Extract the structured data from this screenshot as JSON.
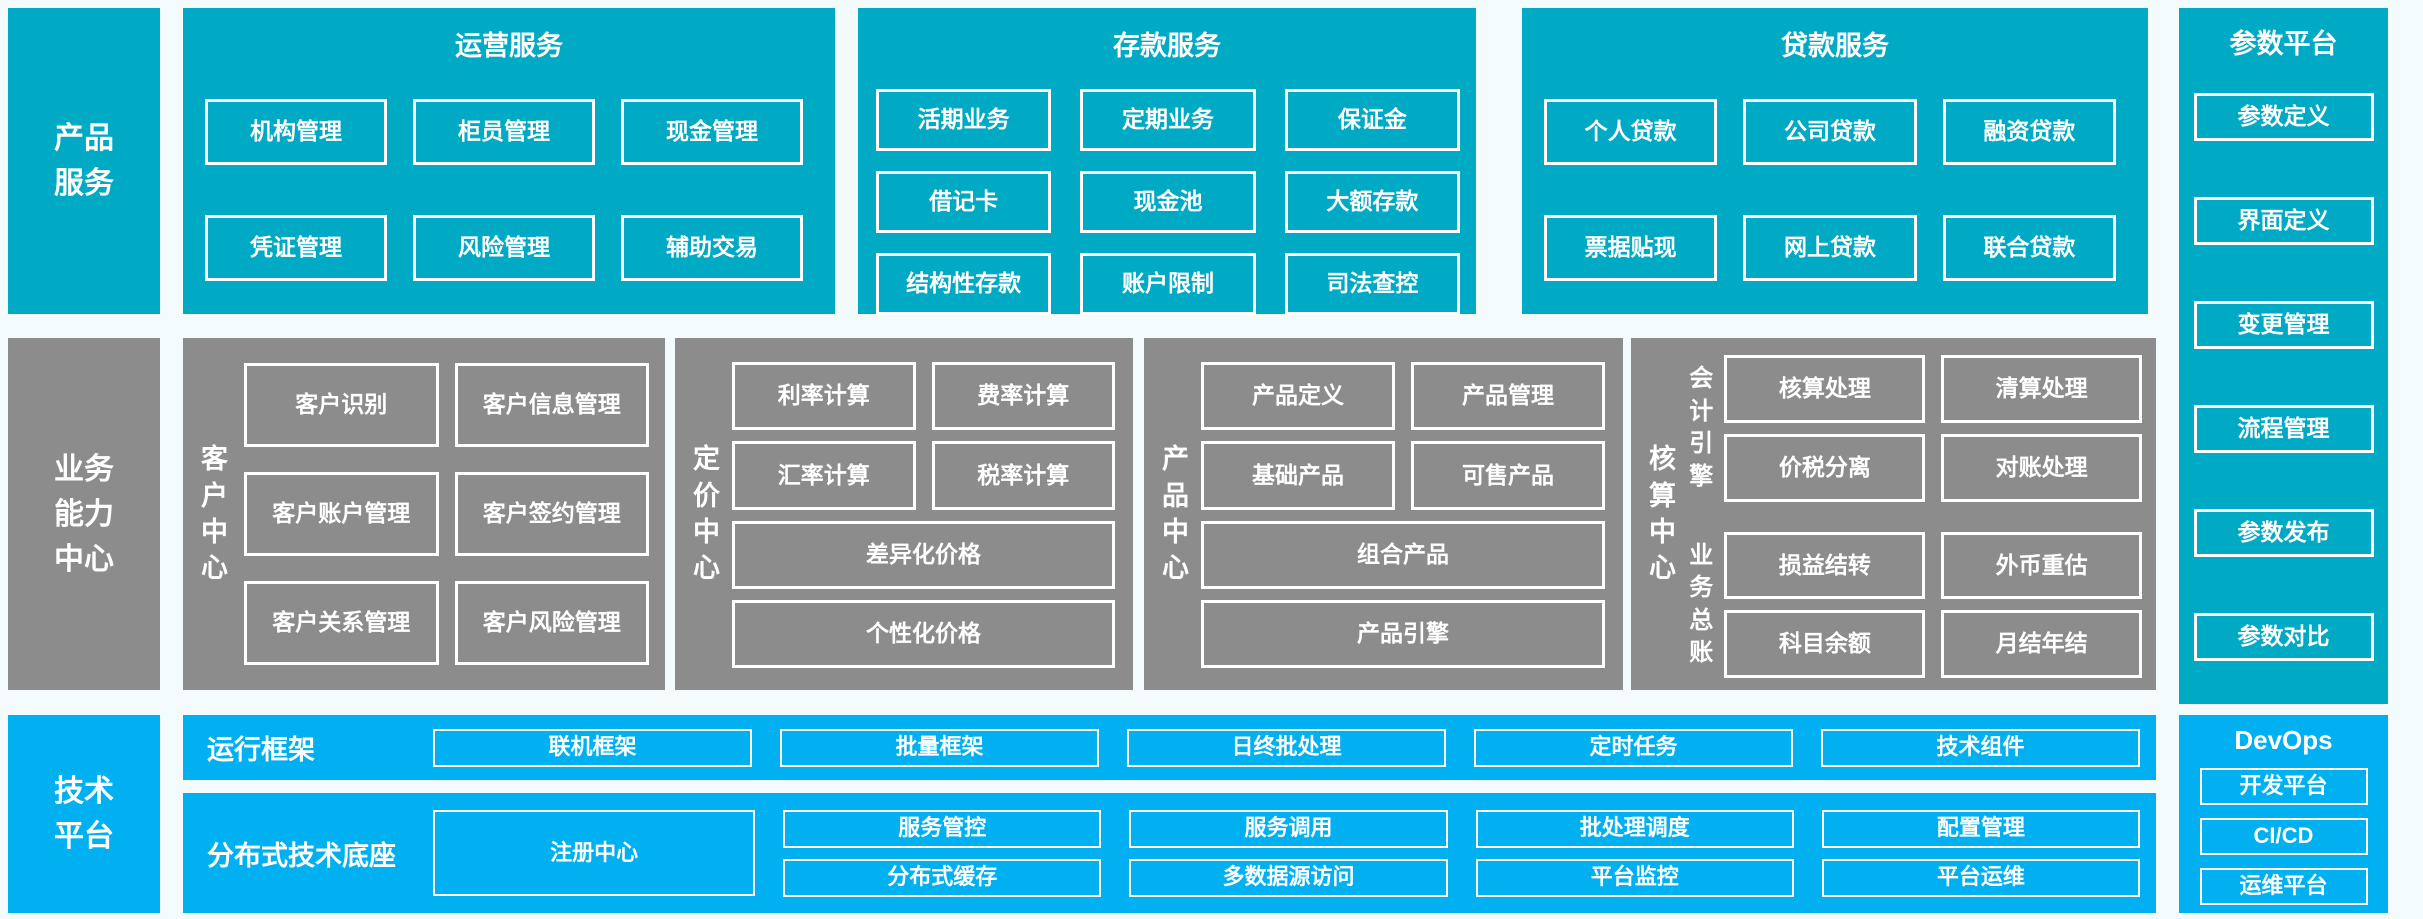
{
  "palette": {
    "teal": "#00A9C4",
    "blue": "#00B0F0",
    "gray": "#8C8C8C",
    "text": "#FFFFFF",
    "page_bg": "#F3FBFD"
  },
  "left_rail": {
    "product_services": "产品服务",
    "business_capability": "业务能力中心",
    "tech_platform": "技术平台"
  },
  "top": {
    "operations": {
      "title": "运营服务",
      "items": [
        "机构管理",
        "柜员管理",
        "现金管理",
        "凭证管理",
        "风险管理",
        "辅助交易"
      ]
    },
    "deposits": {
      "title": "存款服务",
      "items": [
        "活期业务",
        "定期业务",
        "保证金",
        "借记卡",
        "现金池",
        "大额存款",
        "结构性存款",
        "账户限制",
        "司法查控"
      ]
    },
    "loans": {
      "title": "贷款服务",
      "items": [
        "个人贷款",
        "公司贷款",
        "融资贷款",
        "票据贴现",
        "网上贷款",
        "联合贷款"
      ]
    }
  },
  "param_platform": {
    "title": "参数平台",
    "items": [
      "参数定义",
      "界面定义",
      "变更管理",
      "流程管理",
      "参数发布",
      "参数对比"
    ]
  },
  "middle": {
    "customer_center": {
      "label": "客户中心",
      "items": [
        "客户识别",
        "客户信息管理",
        "客户账户管理",
        "客户签约管理",
        "客户关系管理",
        "客户风险管理"
      ]
    },
    "pricing_center": {
      "label": "定价中心",
      "items": [
        "利率计算",
        "费率计算",
        "汇率计算",
        "税率计算"
      ],
      "wide_items": [
        "差异化价格",
        "个性化价格"
      ]
    },
    "product_center": {
      "label": "产品中心",
      "items": [
        "产品定义",
        "产品管理",
        "基础产品",
        "可售产品"
      ],
      "wide_items": [
        "组合产品",
        "产品引擎"
      ]
    },
    "accounting_center": {
      "label": "核算中心",
      "groups": [
        {
          "label": "会计引擎",
          "items": [
            "核算处理",
            "清算处理",
            "价税分离",
            "对账处理"
          ]
        },
        {
          "label": "业务总账",
          "items": [
            "损益结转",
            "外币重估",
            "科目余额",
            "月结年结"
          ]
        }
      ]
    }
  },
  "bottom": {
    "runtime": {
      "label": "运行框架",
      "items": [
        "联机框架",
        "批量框架",
        "日终批处理",
        "定时任务",
        "技术组件"
      ]
    },
    "distributed": {
      "label": "分布式技术底座",
      "reg_center": "注册中心",
      "columns": [
        [
          "服务管控",
          "分布式缓存"
        ],
        [
          "服务调用",
          "多数据源访问"
        ],
        [
          "批处理调度",
          "平台监控"
        ],
        [
          "配置管理",
          "平台运维"
        ]
      ]
    },
    "devops": {
      "title": "DevOps",
      "items": [
        "开发平台",
        "CI/CD",
        "运维平台"
      ]
    }
  }
}
